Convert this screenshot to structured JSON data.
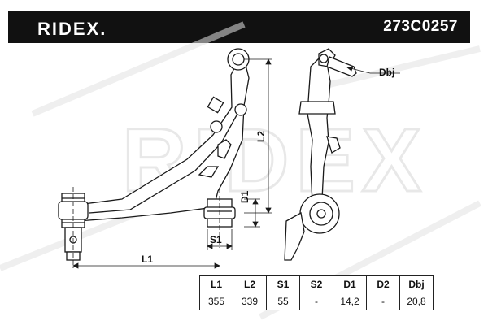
{
  "header": {
    "brand": "RIDEX.",
    "part_number": "273C0257"
  },
  "watermark": {
    "text": "RIDEX"
  },
  "dimensions": {
    "length_l1": "L1",
    "length_l2": "L2",
    "spacing_s1": "S1",
    "diameter_d1": "D1",
    "ball_joint_dbj": "Dbj"
  },
  "spec_table": {
    "headers": [
      "L1",
      "L2",
      "S1",
      "S2",
      "D1",
      "D2",
      "Dbj"
    ],
    "values": [
      "355",
      "339",
      "55",
      "-",
      "14,2",
      "-",
      "20,8"
    ]
  },
  "colors": {
    "header_bg": "#111111",
    "line": "#1a1a1a",
    "part_fill": "#ffffff",
    "watermark": "#d9d9d9"
  }
}
